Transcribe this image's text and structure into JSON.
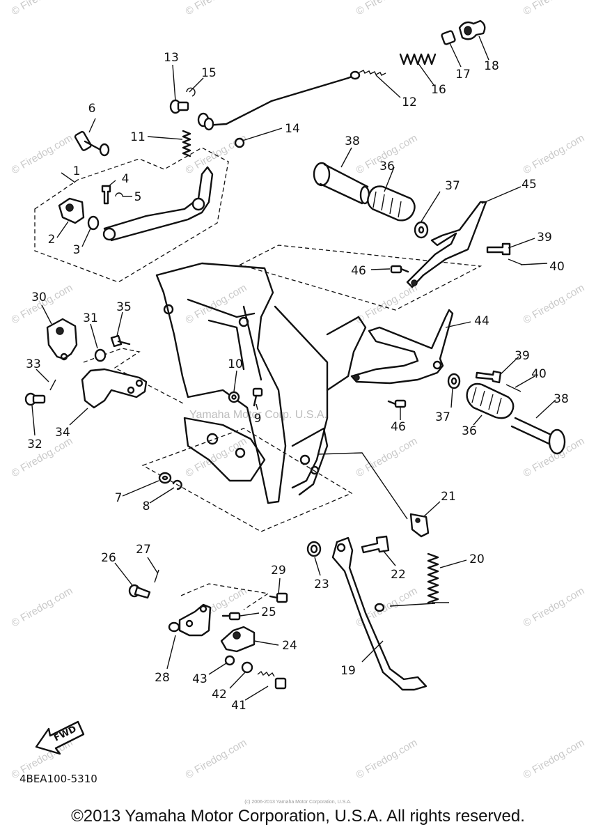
{
  "callouts": {
    "c1": "1",
    "c2": "2",
    "c3": "3",
    "c4": "4",
    "c5": "5",
    "c6": "6",
    "c7": "7",
    "c8": "8",
    "c9": "9",
    "c10": "10",
    "c11": "11",
    "c12": "12",
    "c13": "13",
    "c14": "14",
    "c15": "15",
    "c16": "16",
    "c17": "17",
    "c18": "18",
    "c19": "19",
    "c20": "20",
    "c21": "21",
    "c22": "22",
    "c23": "23",
    "c24": "24",
    "c25": "25",
    "c26": "26",
    "c27": "27",
    "c28": "28",
    "c29": "29",
    "c30": "30",
    "c31": "31",
    "c32": "32",
    "c33": "33",
    "c34": "34",
    "c35": "35",
    "c36a": "36",
    "c36b": "36",
    "c37a": "37",
    "c37b": "37",
    "c38a": "38",
    "c38b": "38",
    "c39a": "39",
    "c39b": "39",
    "c40a": "40",
    "c40b": "40",
    "c41": "41",
    "c42": "42",
    "c43": "43",
    "c44": "44",
    "c45": "45",
    "c46a": "46",
    "c46b": "46"
  },
  "diagram_code": "4BEA100-5310",
  "fwd_label": "FWD",
  "watermark_site": "© Firedog.com",
  "watermark_center": "Yamaha Motor Corp. U.S.A.",
  "fine_print": "(c) 2006-2013 Yamaha Motor Corporation, U.S.A.",
  "footer": "©2013 Yamaha Motor Corporation, U.S.A. All rights reserved.",
  "colors": {
    "ink": "#111111",
    "watermark": "#c9c9c9",
    "background": "#ffffff"
  }
}
